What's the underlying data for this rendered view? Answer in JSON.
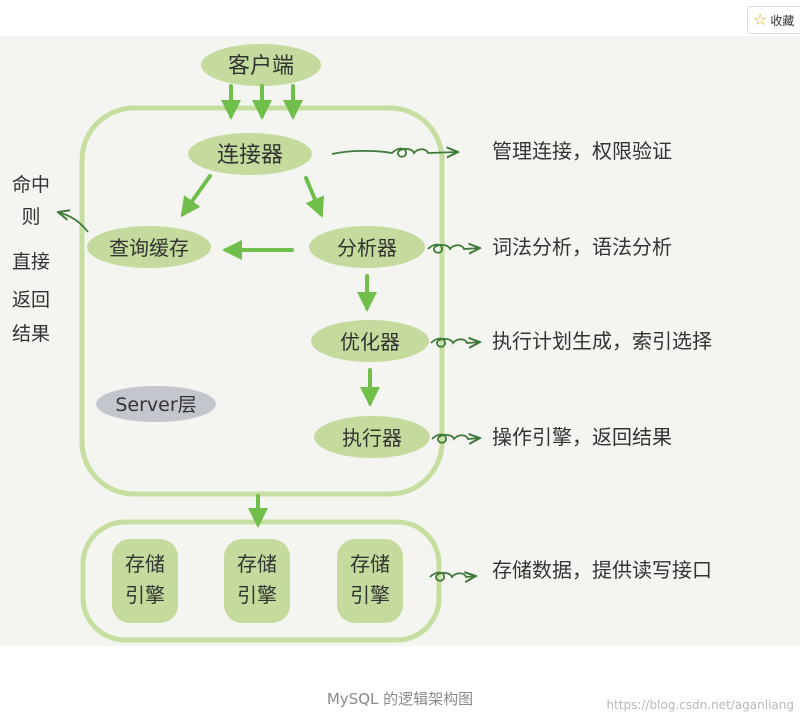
{
  "toolbar": {
    "favorite_icon": "star-icon",
    "favorite_label": "收藏"
  },
  "diagram": {
    "client": "客户端",
    "connector": "连接器",
    "query_cache": "查询缓存",
    "analyzer": "分析器",
    "optimizer": "优化器",
    "executor": "执行器",
    "server_layer": "Server层",
    "cache_hit_lines": [
      "命中",
      "则",
      "直接",
      "返回",
      "结果"
    ],
    "engines": [
      {
        "line1": "存储",
        "line2": "引擎"
      },
      {
        "line1": "存储",
        "line2": "引擎"
      },
      {
        "line1": "存储",
        "line2": "引擎"
      }
    ],
    "notes": {
      "connector": "管理连接，权限验证",
      "analyzer": "词法分析，语法分析",
      "optimizer": "执行计划生成，索引选择",
      "executor": "操作引擎，返回结果",
      "storage": "存储数据，提供读写接口"
    },
    "colors": {
      "node_fill": "#c4db9d",
      "layer_stroke": "#c6dfa0",
      "arrow": "#6fbf4a",
      "annotation_arrow": "#3f7a3a",
      "text": "#333333",
      "server_badge": "#c3c6cc"
    }
  },
  "caption": "MySQL 的逻辑架构图",
  "watermark": "https://blog.csdn.net/aganliang"
}
